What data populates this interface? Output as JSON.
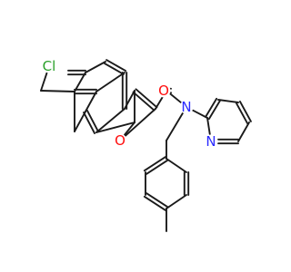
{
  "structure": {
    "atoms": [
      {
        "id": "Cl",
        "label": "Cl",
        "color": "#2aa02a"
      },
      {
        "id": "O_furan",
        "label": "O",
        "color": "#ff0d0d"
      },
      {
        "id": "O_carbonyl",
        "label": "O",
        "color": "#ff0d0d"
      },
      {
        "id": "N_amide",
        "label": "N",
        "color": "#2b2bff"
      },
      {
        "id": "N_pyridine",
        "label": "N",
        "color": "#2b2bff"
      }
    ],
    "bond_color": "#1a1a1a"
  }
}
